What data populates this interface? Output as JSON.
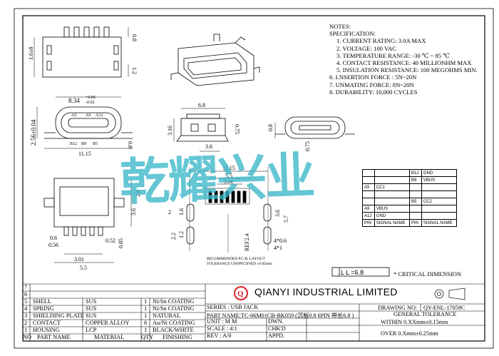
{
  "notes": {
    "heading1": "NOTES:",
    "heading2": "SPECIFICATION:",
    "items": [
      "1. CURRENT RATING: 3.0A MAX",
      "2. VOLTAGE: 100 VAC",
      "3. TEMPERATURE RANGE: -30 ℃ ~ 85 ℃",
      "4. CONTACT RESISTANCE: 40 MILLIONHM MAX",
      "5. INSULATION RESISTANCE: 100 MEGOHMS MIN.",
      "6. LNSERTION FORCE : 5N~20N",
      "7. UNMATING FORCE: 8N~20N",
      "8. DURABILITY:  10,000 CYCLES"
    ]
  },
  "dimensions": {
    "top_left_height": "1.6±8",
    "top_right_a": "0.8",
    "top_right_b": "1.2",
    "front_width": "8.34",
    "front_tol_plus": "+0.06",
    "front_tol_minus": "-0.02",
    "front_height": "2.56±0.04",
    "front_base": "11.15",
    "front_side": "0.8",
    "pin_labels_top": [
      "A5",
      "A9",
      "A12"
    ],
    "pin_labels_bottom": [
      "B12",
      "B9",
      "B5"
    ],
    "side_top": "6.8",
    "side_height": "3.16",
    "side_mid": "3.6",
    "side_right": "0.75",
    "end_a": "0.8",
    "end_b": "0.75",
    "pcb_top": "11.15",
    "pcb_a": "5.5",
    "pcb_b": "3.04",
    "pcb_left_a": "1.6",
    "pcb_left_b": "2",
    "pcb_left_c": "1.2",
    "pcb_left_d": "2.2",
    "pcb_right_a": "3.6",
    "pcb_right_b": "5.7",
    "pcb_ref": "REF2.4",
    "pcb_hole_a": "4*0.6",
    "pcb_hole_b": "4*1",
    "pcb_caption_1": "RECOMMENDED  P.C.B. LAYOUT",
    "pcb_caption_2": "TOLERANCE UNSPECIFIED ±0.05mm",
    "bot_a": "2.8",
    "bot_b": "3.6",
    "bot_c": "0.6",
    "bot_d": "0.56",
    "bot_e": "0.52",
    "bot_f": "0.85",
    "bot_g": "3.01",
    "bot_h": "5.5"
  },
  "pin_table": {
    "rows": [
      [
        "",
        "",
        "B12",
        "GND"
      ],
      [
        "",
        "",
        "B9",
        "VBUS"
      ],
      [
        "A5",
        "CC1",
        "",
        ""
      ],
      [
        "",
        "",
        "",
        ""
      ],
      [
        "",
        "",
        "B5",
        "CC2"
      ],
      [
        "A9",
        "VBUS",
        "",
        ""
      ],
      [
        "A12",
        "GND",
        "",
        ""
      ],
      [
        "PIN",
        "SIGNAL NAME",
        "PIN",
        "SIGNAL NAME"
      ]
    ]
  },
  "watermark": "乾耀兴业",
  "critical": {
    "ll_label": "L L =6.8",
    "note": "* CRITICAL  DIMENSION"
  },
  "bom": {
    "row_numbers": [
      "7",
      "6",
      "5",
      "4",
      "3",
      "2",
      "1"
    ],
    "rows": [
      {
        "no": "5",
        "name": "SHELL",
        "material": "SUS",
        "qty": "1",
        "finish": "Ni/Sn COATING"
      },
      {
        "no": "4",
        "name": "SPRING",
        "material": "SUS",
        "qty": "1",
        "finish": "Ni/Sn COATING"
      },
      {
        "no": "3",
        "name": "SHIELDING PLATE",
        "material": "SUS",
        "qty": "1",
        "finish": "NATURAL"
      },
      {
        "no": "2",
        "name": "CONTACT",
        "material": "COPPER ALLOY",
        "qty": "6",
        "finish": "Au/Ni COATING"
      },
      {
        "no": "1",
        "name": "HOUSING",
        "material": "LCP",
        "qty": "1",
        "finish": "BLACK/WHITE"
      },
      {
        "no": "NO",
        "name": "PART NAME",
        "material": "MATERIAL",
        "qty": "QTY",
        "finish": "FINISHING"
      }
    ]
  },
  "title_block": {
    "company": "QIANYI INDUSTRIAL LIMITED",
    "logo_letter": "Q",
    "drawing_no_label": "DRAWING NO:",
    "drawing_no": "QY-ENL-17059C",
    "series": "SERIES : USB JACK",
    "part_name": "PART NAME:TC-06M01CB-BK059 (沉板0.8 6PIN 带长6.8 )",
    "general_tolerance": "GENERAL TOLERANCE",
    "unit": "UNIT : M M",
    "dwn": "DWN.",
    "within": "WITHIN 0.XXmm±0.15mm",
    "scale": "SCALE : 4:1",
    "chkd": "CHK'D",
    "rev": "REV : A/0",
    "appd": "APPD.",
    "over": "OVER     0.Xmm±0.25mm"
  },
  "colors": {
    "watermark": "#3ab7c9",
    "logo_red": "#d8232a",
    "line": "#000000"
  }
}
